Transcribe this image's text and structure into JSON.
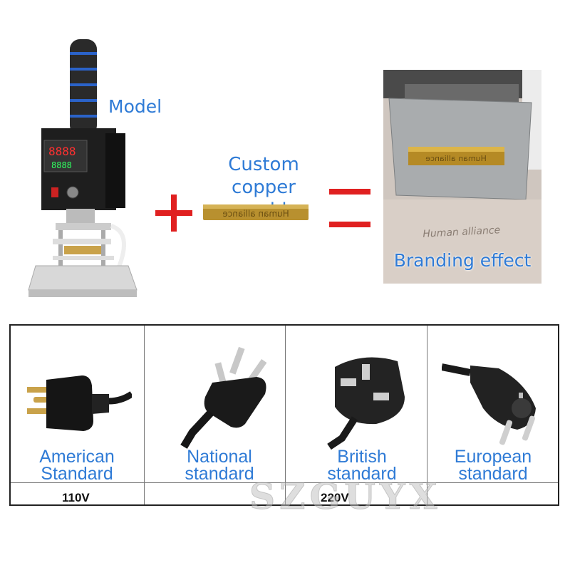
{
  "labels": {
    "model": "Model",
    "custom_mold": "Custom copper mold",
    "branding_effect": "Branding effect",
    "engraved_text": "Human alliance",
    "mold_text": "Human alliance",
    "controller_display": "8888"
  },
  "plugs": [
    {
      "label": "American Standard",
      "icon": "us-plug-icon"
    },
    {
      "label": "National standard",
      "icon": "cn-plug-icon"
    },
    {
      "label": "British standard",
      "icon": "uk-plug-icon"
    },
    {
      "label": "European standard",
      "icon": "eu-plug-icon"
    }
  ],
  "voltages": {
    "american": "110V",
    "others": "220V"
  },
  "watermark": "SZGUYX",
  "colors": {
    "label_blue": "#2f7bd6",
    "symbol_red": "#e02020",
    "copper": "#b8902f"
  }
}
